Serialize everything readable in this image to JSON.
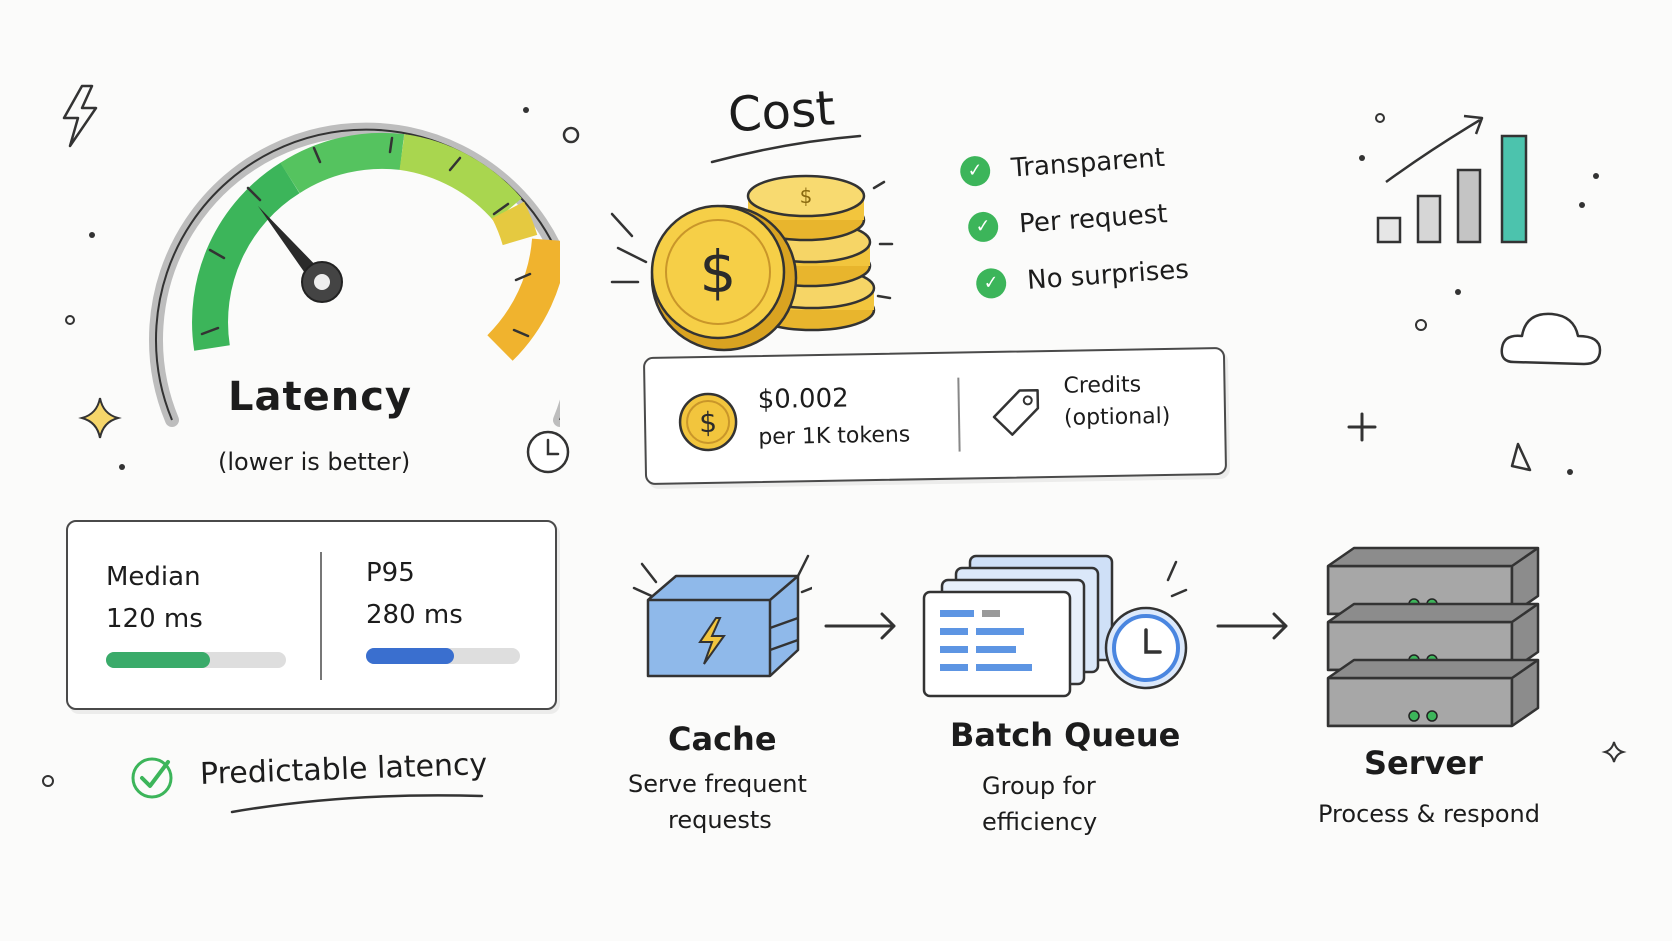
{
  "latency": {
    "title": "Latency",
    "subtitle": "(lower is better)",
    "median_label": "Median",
    "median_value": "120 ms",
    "median_fill": 0.58,
    "p95_label": "P95",
    "p95_value": "280 ms",
    "p95_fill": 0.57,
    "predictable": "Predictable latency"
  },
  "cost": {
    "title": "Cost",
    "checks": [
      "Transparent",
      "Per request",
      "No surprises"
    ],
    "price": "$0.002",
    "price_unit": "per 1K tokens",
    "credits_line1": "Credits",
    "credits_line2": "(optional)"
  },
  "pipeline": {
    "cache_title": "Cache",
    "cache_desc1": "Serve frequent",
    "cache_desc2": "requests",
    "batch_title": "Batch Queue",
    "batch_desc1": "Group for",
    "batch_desc2": "efficiency",
    "server_title": "Server",
    "server_desc": "Process & respond"
  },
  "colors": {
    "green": "#3cb55a",
    "amber": "#f0b32e",
    "blue": "#4a86e0",
    "teal": "#3ec0a8",
    "cache_blue": "#8fb9ea",
    "coin": "#f2c53d"
  },
  "icons": [
    "speedometer-icon",
    "coins-icon",
    "check-icon",
    "tag-icon",
    "clock-icon",
    "bar-chart-icon",
    "cloud-icon",
    "lightning-icon",
    "server-icon"
  ]
}
